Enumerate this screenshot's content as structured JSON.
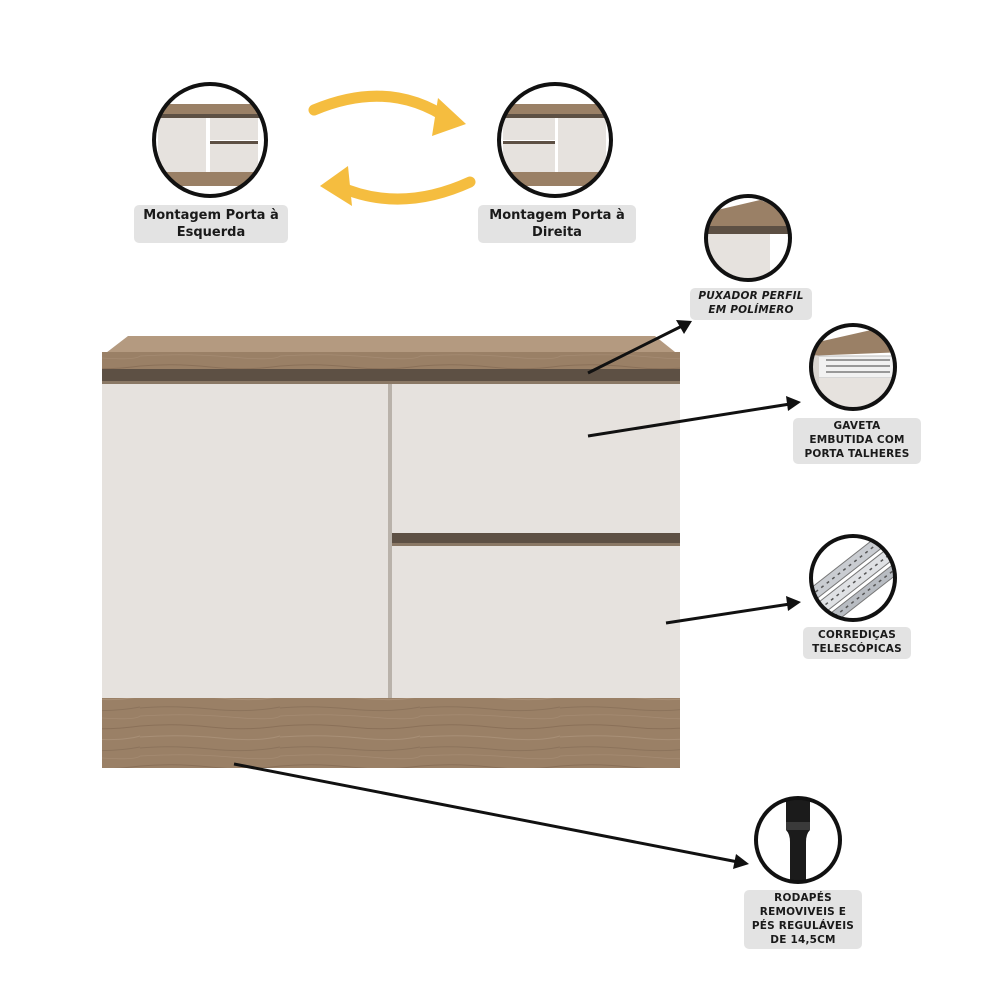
{
  "labels": {
    "left_mount": [
      "Montagem Porta à",
      "Esquerda"
    ],
    "right_mount": [
      "Montagem Porta à",
      "Direita"
    ],
    "handle": [
      "PUXADOR PERFIL",
      "EM POLÍMERO"
    ],
    "drawer": [
      "GAVETA",
      "EMBUTIDA COM",
      "PORTA TALHERES"
    ],
    "slides": [
      "CORREDIÇAS",
      "TELESCÓPICAS"
    ],
    "feet": [
      "RODAPÉS",
      "REMOVIVEIS E",
      "PÉS REGULÁVEIS",
      "DE 14,5CM"
    ]
  },
  "colors": {
    "wood": "#9a8066",
    "panel": "#e6e2de",
    "handle": "#5d5044",
    "arrow_accent": "#f5bd3f"
  },
  "icons": [
    "rotate-arrows-icon",
    "pointer-arrow-icon"
  ]
}
